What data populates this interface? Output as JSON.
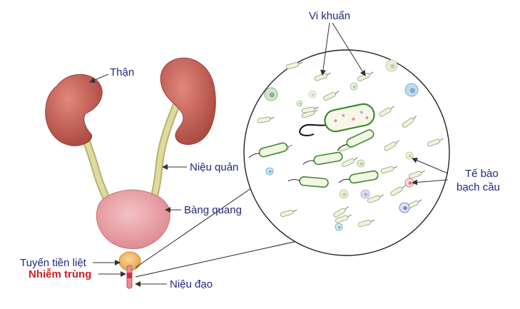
{
  "labels": {
    "kidney": "Thận",
    "ureter": "Niệu quản",
    "bladder": "Bàng quang",
    "prostate": "Tuyến tiền liệt",
    "infection": "Nhiễm trùng",
    "urethra": "Niệu đạo",
    "bacteria": "Vi khuẩn",
    "wbc_line1": "Tế bào",
    "wbc_line2": "bạch cầu"
  },
  "colors": {
    "label_text": "#1f2a7a",
    "infection_text": "#d01f2b",
    "kidney": "#c8645a",
    "ureter": "#d9d59a",
    "bladder": "#e8a0a5",
    "prostate": "#f2b96a",
    "bacteria_fill": "#eef5d9",
    "bacteria_outline": "#3d8a2f",
    "arrow": "#333333"
  },
  "icons": {
    "magnifier": "magnified-sample-circle",
    "bacterium": "rod-bacterium-icon",
    "white_blood_cell": "white-blood-cell-icon"
  }
}
